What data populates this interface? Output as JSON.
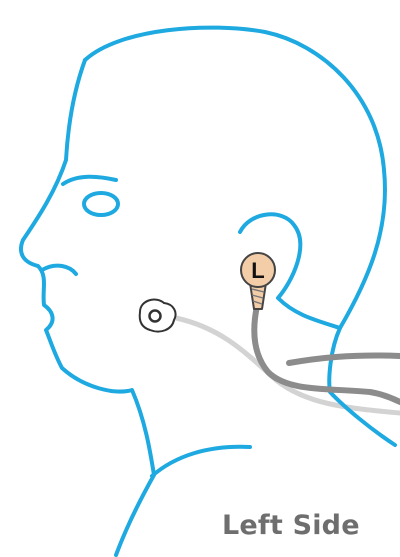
{
  "label": "Left Side",
  "ear_marker": "L",
  "colors": {
    "outline": "#1fa9e1",
    "label": "#6e6e6e",
    "ear_electrode": "#f3cda8",
    "ear_electrode_stroke": "#444444",
    "cable_main": "#8c8c8c",
    "cable_light": "#d3d3d3"
  },
  "icons": {
    "head": "head-profile-outline",
    "ear_electrode": "ear-clip-electrode",
    "cheek_electrode": "cheek-electrode-pad"
  }
}
